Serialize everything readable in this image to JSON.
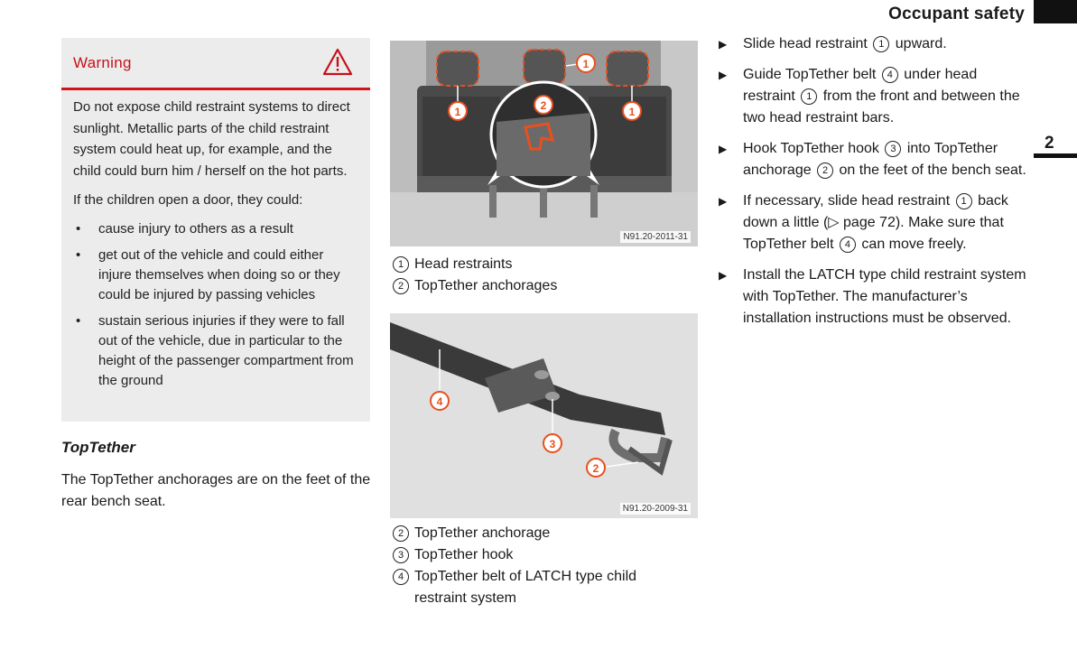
{
  "header": {
    "title": "Occupant safety",
    "chapter": "2"
  },
  "warning": {
    "title": "Warning",
    "icon": "warning-triangle-icon",
    "accent_color": "#d4121e",
    "paragraph1": "Do not expose child restraint systems to direct sunlight. Metallic parts of the child restraint system could heat up, for example, and the child could burn him / herself on the hot parts.",
    "paragraph2": "If the children open a door, they could:",
    "bullets": [
      "cause injury to others as a result",
      "get out of the vehicle and could either injure themselves when doing so or they could be injured by passing vehicles",
      "sustain serious injuries if they were to fall out of the vehicle, due in particular to the height of the passenger compartment from the ground"
    ]
  },
  "section": {
    "heading": "TopTether",
    "intro": "The TopTether anchorages are on the feet of the rear bench seat."
  },
  "figure1": {
    "code": "N91.20-2011-31",
    "legend": [
      {
        "num": "1",
        "text": "Head restraints"
      },
      {
        "num": "2",
        "text": "TopTether anchorages"
      }
    ]
  },
  "figure2": {
    "code": "N91.20-2009-31",
    "legend": [
      {
        "num": "2",
        "text": "TopTether anchorage"
      },
      {
        "num": "3",
        "text": "TopTether hook"
      },
      {
        "num": "4",
        "text": "TopTether belt of LATCH type child restraint system"
      }
    ]
  },
  "instructions": {
    "s1": {
      "a": "Slide head restraint",
      "n1": "1",
      "b": "upward."
    },
    "s2": {
      "a": "Guide TopTether belt",
      "n1": "4",
      "b": "under head restraint",
      "n2": "1",
      "c": "from the front and between the two head restraint bars."
    },
    "s3": {
      "a": "Hook TopTether hook",
      "n1": "3",
      "b": "into TopTether anchorage",
      "n2": "2",
      "c": "on the feet of the bench seat."
    },
    "s4": {
      "a": "If necessary, slide head restraint",
      "n1": "1",
      "b": "back down a little (▷ page 72). Make sure that TopTether belt",
      "n2": "4",
      "c": "can move freely."
    },
    "s5": {
      "a": "Install the LATCH type child restraint system with TopTether. The manufacturer’s installation instructions must be observed."
    }
  }
}
